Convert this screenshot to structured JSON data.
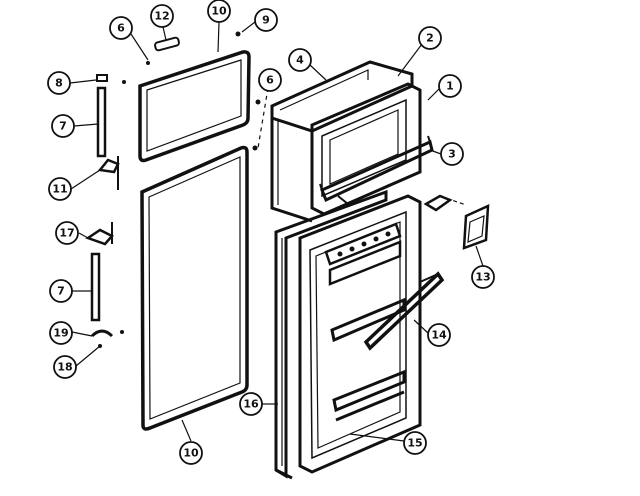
{
  "callouts": [
    {
      "id": "c6a",
      "label": "6"
    },
    {
      "id": "c12",
      "label": "12"
    },
    {
      "id": "c10a",
      "label": "10"
    },
    {
      "id": "c9",
      "label": "9"
    },
    {
      "id": "c2",
      "label": "2"
    },
    {
      "id": "c4",
      "label": "4"
    },
    {
      "id": "c6b",
      "label": "6"
    },
    {
      "id": "c1",
      "label": "1"
    },
    {
      "id": "c3",
      "label": "3"
    },
    {
      "id": "c8",
      "label": "8"
    },
    {
      "id": "c7a",
      "label": "7"
    },
    {
      "id": "c11",
      "label": "11"
    },
    {
      "id": "c17",
      "label": "17"
    },
    {
      "id": "c13",
      "label": "13"
    },
    {
      "id": "c7b",
      "label": "7"
    },
    {
      "id": "c14",
      "label": "14"
    },
    {
      "id": "c19",
      "label": "19"
    },
    {
      "id": "c18",
      "label": "18"
    },
    {
      "id": "c16",
      "label": "16"
    },
    {
      "id": "c15",
      "label": "15"
    },
    {
      "id": "c10b",
      "label": "10"
    }
  ]
}
